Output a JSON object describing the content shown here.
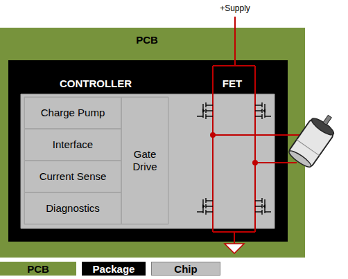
{
  "diagram": {
    "nodes": [
      {
        "text": [
          "PCB"
        ]
      },
      {
        "text": [
          "CONTROLLER",
          "FET"
        ],
        "in": 0
      },
      {
        "text": [
          "Charge Pump"
        ],
        "in": 1
      },
      {
        "text": [
          "Interface"
        ],
        "in": 1
      },
      {
        "text": [
          "Current Sense"
        ],
        "in": 1
      },
      {
        "text": [
          "Diagnostics"
        ],
        "in": 1
      },
      {
        "text": [
          "Gate Drive"
        ],
        "in": 1
      }
    ],
    "labels": [
      "+Supply"
    ],
    "legend": [
      {
        "text": "PCB",
        "color": "#77933c"
      },
      {
        "text": "Package",
        "color": "#000000"
      },
      {
        "text": "Chip",
        "color": "#bfbfbf"
      }
    ]
  }
}
